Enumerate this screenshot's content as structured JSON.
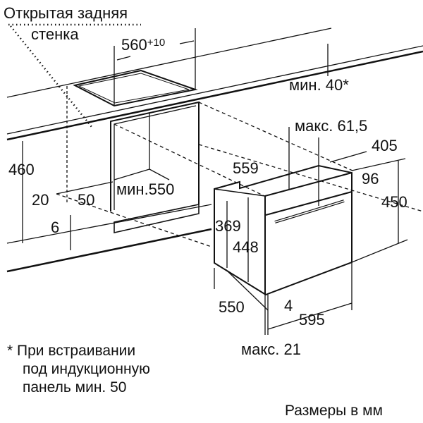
{
  "labels": {
    "open_back_wall_line1": "Открытая задняя",
    "open_back_wall_line2": "стенка",
    "width_560": "560",
    "width_560_tol": "+10",
    "min_40": "мин. 40*",
    "max_61_5": "макс. 61,5",
    "d405": "405",
    "d460": "460",
    "d559": "559",
    "d96": "96",
    "d450": "450",
    "d20": "20",
    "d50": "50",
    "min_550": "мин.550",
    "d369": "369",
    "d448": "448",
    "d6": "6",
    "d550": "550",
    "d4": "4",
    "d595": "595",
    "max_21": "макс. 21"
  },
  "footnote": [
    "* При встраивании",
    "под индукционную",
    "панель мин. 50"
  ],
  "units_note": "Размеры в мм"
}
